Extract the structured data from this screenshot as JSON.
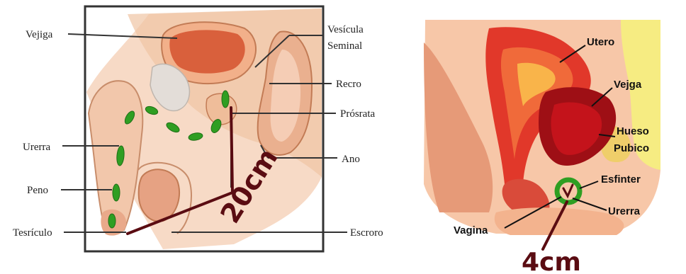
{
  "male_diagram": {
    "labels": {
      "vejiga": "Vejiga",
      "vesicula_1": "Vesícula",
      "vesicula_2": "Seminal",
      "recto": "Recro",
      "prostata": "Prósrata",
      "uretra": "Urerra",
      "ano": "Ano",
      "pene": "Peno",
      "testiculo": "Tesrículo",
      "escroto": "Escroro"
    },
    "annotation": "20cm",
    "colors": {
      "urethra_path": "#2f9e22",
      "annotation": "#5a0c12"
    }
  },
  "female_diagram": {
    "labels": {
      "utero": "Utero",
      "vejiga": "Vejga",
      "hueso_1": "Hueso",
      "hueso_2": "Pubico",
      "esfinter": "Esfinter",
      "uretra": "Urerra",
      "vagina": "Vagina"
    },
    "annotation": "4cm",
    "colors": {
      "sphincter_ring": "#2f9e22",
      "annotation": "#5a0c12"
    }
  }
}
